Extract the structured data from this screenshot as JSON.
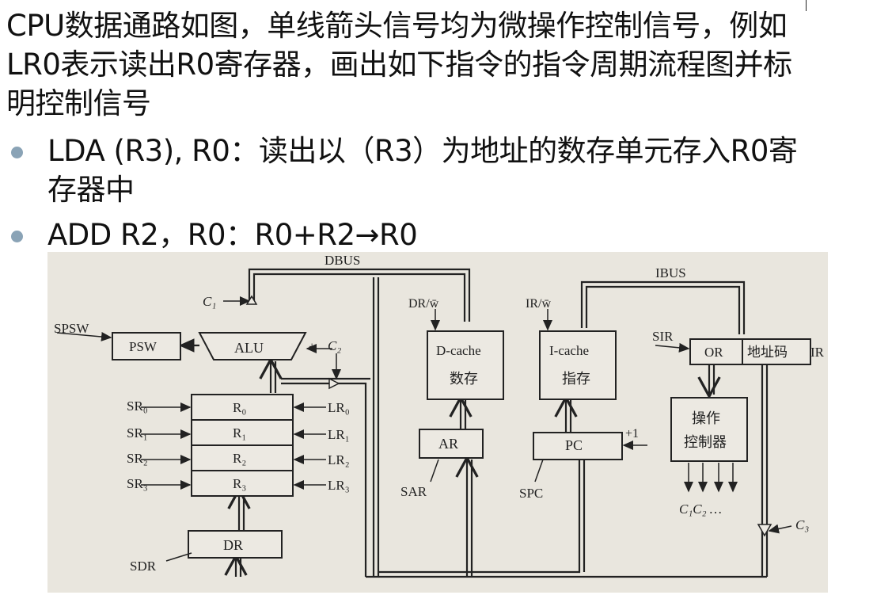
{
  "question": {
    "line1": "CPU数据通路如图，单线箭头信号均为微操作控制信号，例如",
    "line2": "LR0表示读出R0寄存器，画出如下指令的指令周期流程图并标",
    "line3": "明控制信号"
  },
  "bullets": [
    {
      "line1": "LDA (R3), R0：读出以（R3）为地址的数存单元存入R0寄",
      "line2": "存器中"
    },
    {
      "line1": "ADD R2，R0：R0+R2→R0"
    }
  ],
  "diagram": {
    "dbus": "DBUS",
    "ibus": "IBUS",
    "c1": "C₁",
    "c2": "C₂",
    "c2_sign": "±",
    "c3": "C₃",
    "spsw": "SPSW",
    "psw": "PSW",
    "alu": "ALU",
    "sr": [
      "SR₀",
      "SR₁",
      "SR₂",
      "SR₃"
    ],
    "regs": [
      "R₀",
      "R₁",
      "R₂",
      "R₃"
    ],
    "lr": [
      "LR₀",
      "LR₁",
      "LR₂",
      "LR₃"
    ],
    "dr": "DR",
    "sdr": "SDR",
    "dcache_signal": "DR/w̄",
    "dcache_name": "D-cache",
    "dcache_cn": "数存",
    "ar": "AR",
    "sar": "SAR",
    "icache_signal": "IR/w̄",
    "icache_name": "I-cache",
    "icache_cn": "指存",
    "pc": "PC",
    "plus1": "+1",
    "spc": "SPC",
    "sir": "SIR",
    "or": "OR",
    "addr_code": "地址码",
    "ir": "IR",
    "controller_l1": "操作",
    "controller_l2": "控制器",
    "ctrl_outputs": "C₁C₂ …"
  },
  "colors": {
    "bullet": "#8aa3b6",
    "paper": "#e9e6de",
    "ink": "#222222"
  }
}
